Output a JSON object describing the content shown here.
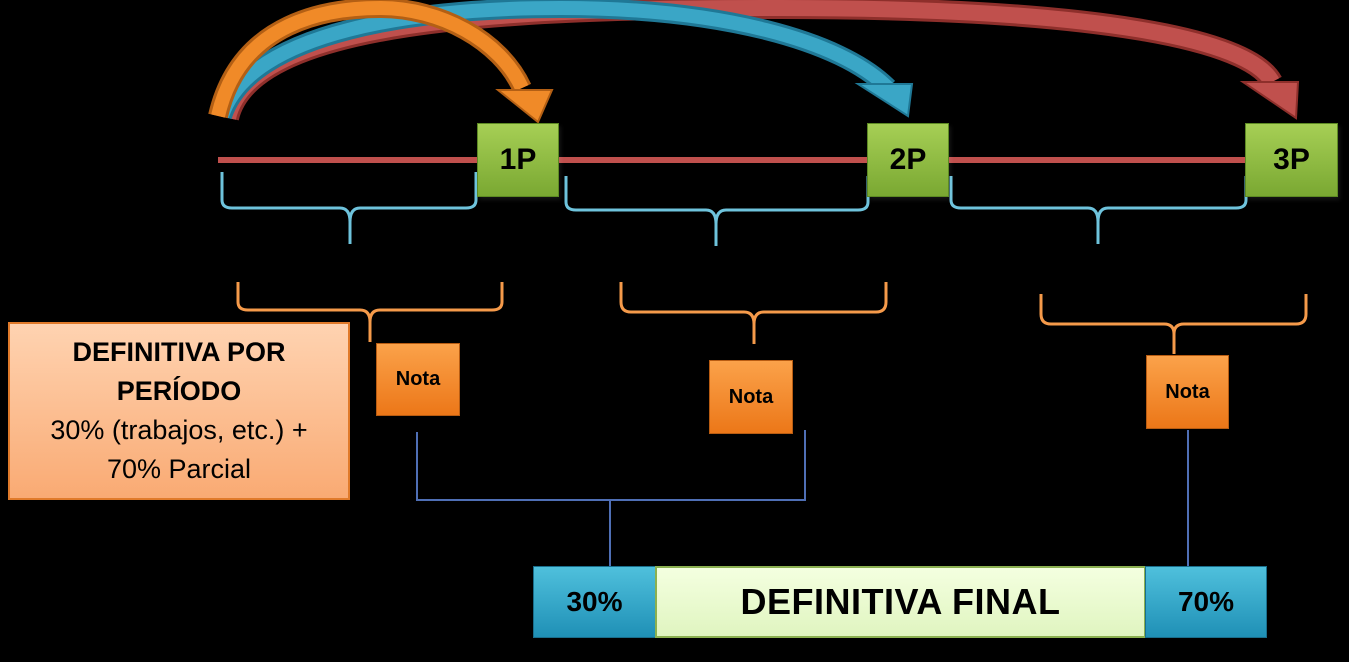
{
  "periods": [
    {
      "id": "1p",
      "label": "1P"
    },
    {
      "id": "2p",
      "label": "2P"
    },
    {
      "id": "3p",
      "label": "3P"
    }
  ],
  "grades": [
    {
      "id": "nota-1",
      "label": "Nota"
    },
    {
      "id": "nota-2",
      "label": "Nota"
    },
    {
      "id": "nota-3",
      "label": "Nota"
    }
  ],
  "definitiva_periodo": {
    "title_line1": "DEFINITIVA POR",
    "title_line2": "PERÍODO",
    "formula_line1": "30% (trabajos, etc.) +",
    "formula_line2": "70% Parcial"
  },
  "final": {
    "left_pct": "30%",
    "label": "DEFINITIVA FINAL",
    "right_pct": "70%"
  },
  "colors": {
    "period_box": "#8dbf3f",
    "nota_box": "#f5891f",
    "pct_box": "#31a8cc",
    "final_box": "#eafcd0",
    "timeline": "#c0504d",
    "brace_blue": "#6ec3dc",
    "brace_orange": "#f59a4a",
    "arrow_orange": "#f08a28",
    "arrow_blue": "#3aa6c6",
    "arrow_red": "#c0504d",
    "connector": "#4f6fb5"
  }
}
